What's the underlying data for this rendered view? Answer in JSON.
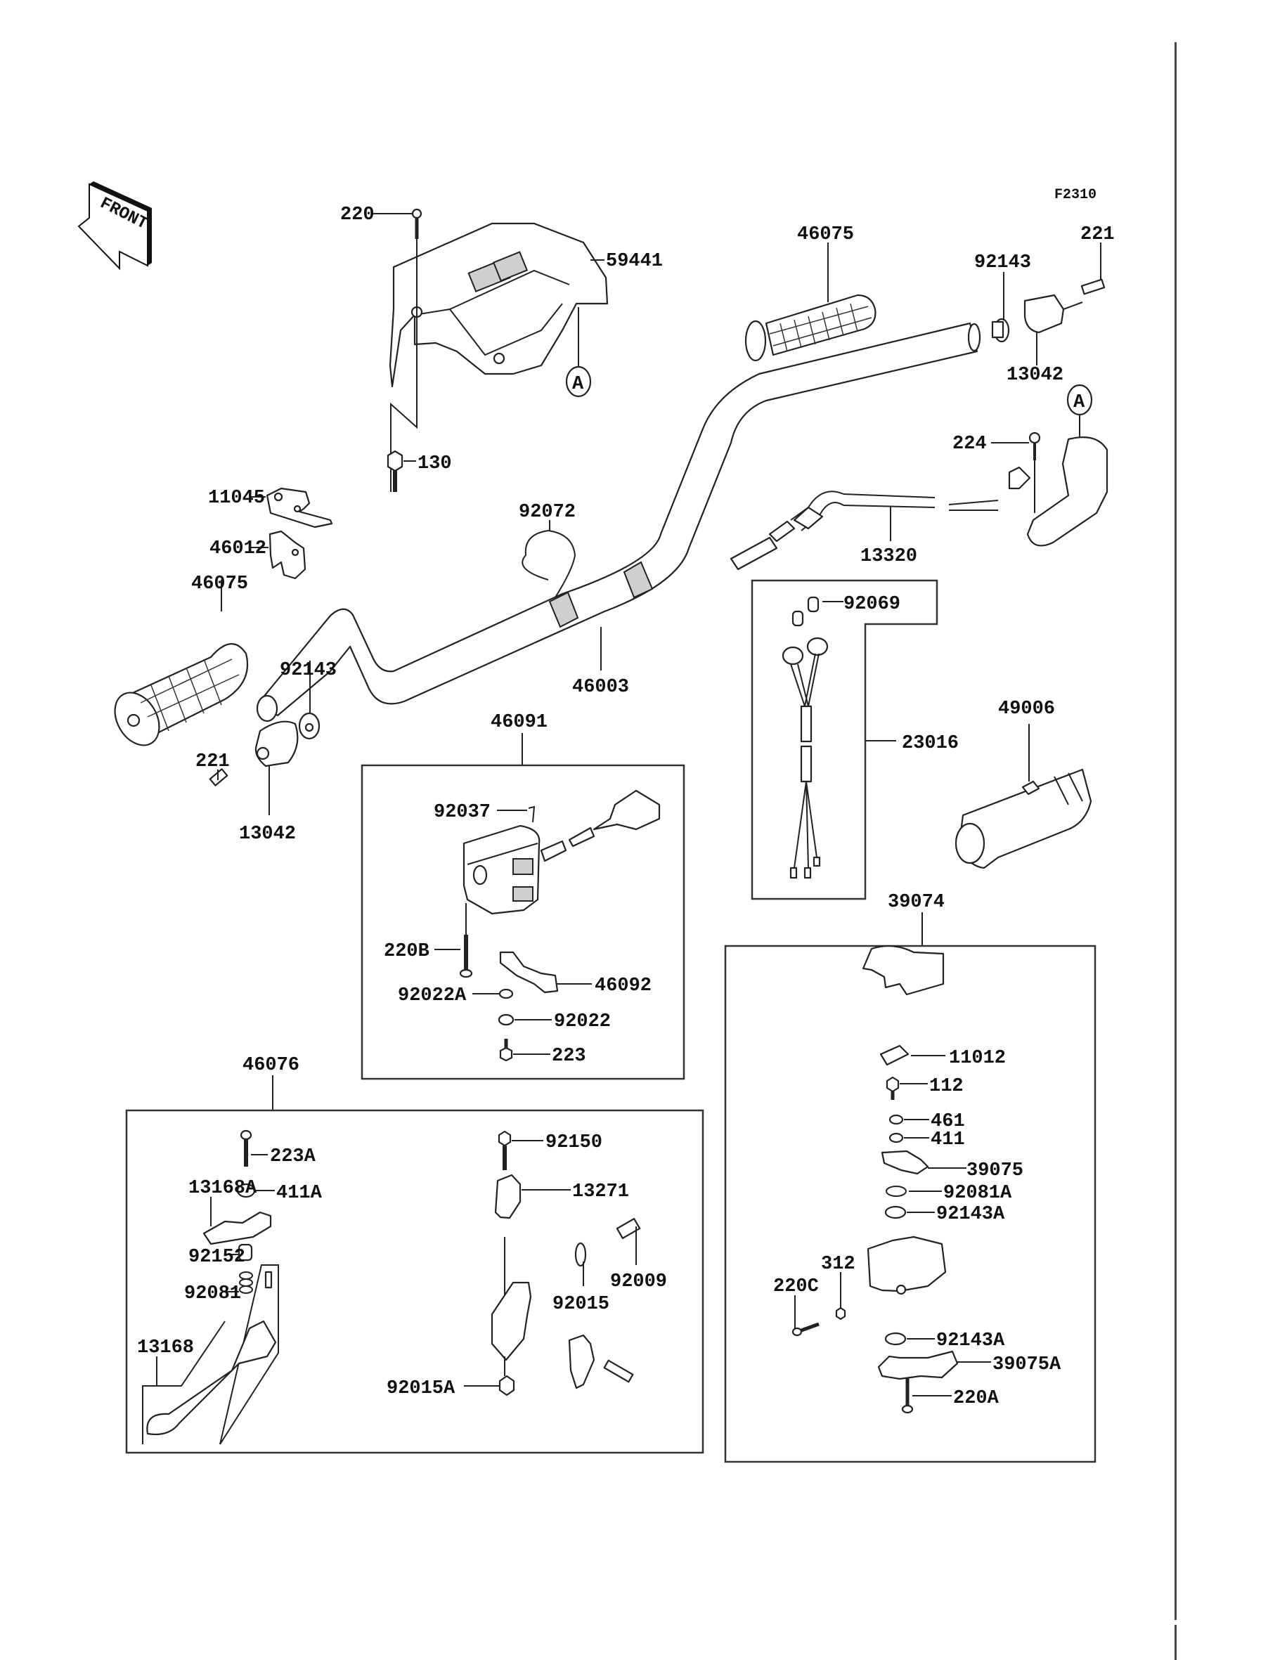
{
  "figure_id": "F2310",
  "front_indicator": "FRONT",
  "ref_marker": "A",
  "parts": {
    "p220": "220",
    "p59441": "59441",
    "p46075_r": "46075",
    "p92143_r": "92143",
    "p221_r": "221",
    "p13042_r": "13042",
    "pA_1": "A",
    "pA_2": "A",
    "p130": "130",
    "p11045": "11045",
    "p46012": "46012",
    "p92072": "92072",
    "p224": "224",
    "p13320": "13320",
    "p46075_l": "46075",
    "p92143_l": "92143",
    "p46003": "46003",
    "p92069": "92069",
    "p49006": "49006",
    "p221_l": "221",
    "p13042_l": "13042",
    "p46091": "46091",
    "p23016": "23016",
    "p92037": "92037",
    "p220B": "220B",
    "p92022A": "92022A",
    "p46092": "46092",
    "p92022": "92022",
    "p223": "223",
    "p39074": "39074",
    "p46076": "46076",
    "p223A": "223A",
    "p92150": "92150",
    "p13168A": "13168A",
    "p411A": "411A",
    "p13271": "13271",
    "p92152": "92152",
    "p92081": "92081",
    "p92009": "92009",
    "p92015": "92015",
    "p13168": "13168",
    "p92015A": "92015A",
    "p11012": "11012",
    "p112": "112",
    "p461": "461",
    "p411": "411",
    "p39075": "39075",
    "p92081A": "92081A",
    "p92143A_1": "92143A",
    "p312": "312",
    "p220C": "220C",
    "p92143A_2": "92143A",
    "p39075A": "39075A",
    "p220A": "220A"
  }
}
